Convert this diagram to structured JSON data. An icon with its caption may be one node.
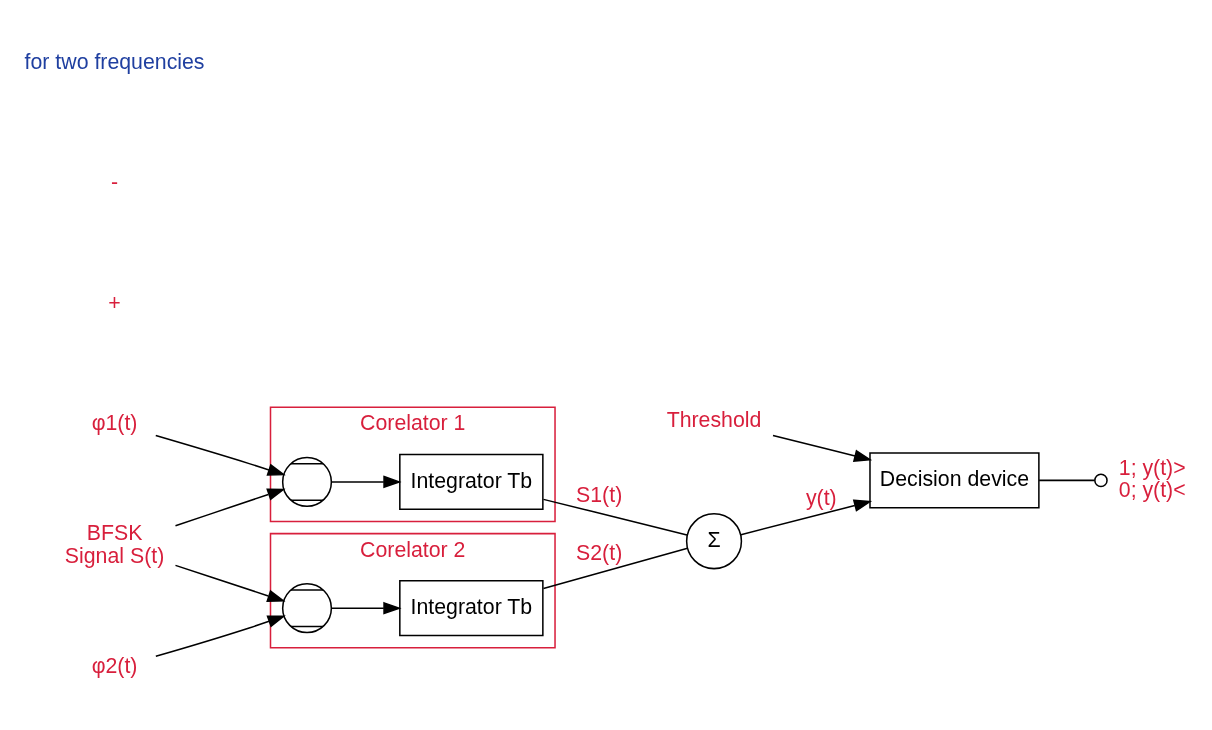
{
  "diagram": {
    "nodes": [
      {
        "text": [
          "Corelator 1"
        ]
      },
      {
        "text": [],
        "shape": "circle",
        "in": 0
      },
      {
        "text": [
          "Integrator Tb"
        ],
        "in": 0
      },
      {
        "text": [
          "Corelator 2"
        ]
      },
      {
        "text": [],
        "shape": "circle",
        "in": 3
      },
      {
        "text": [
          "Integrator Tb"
        ],
        "in": 3
      },
      {
        "text": [
          "Σ"
        ]
      },
      {
        "text": [
          "Decision device"
        ]
      },
      {
        "text": [
          "BFSK",
          "Signal S(t)"
        ]
      },
      {
        "text": [
          "φ1(t)"
        ]
      },
      {
        "text": [
          "φ2(t)"
        ]
      },
      {
        "text": [
          "Threshold"
        ]
      },
      {
        "text": [
          "1; y(t)>",
          "0; y(t)<"
        ]
      }
    ],
    "edges": [
      {
        "from": 8,
        "to": 1,
        "arrow": "to"
      },
      {
        "from": 8,
        "to": 4,
        "arrow": "to"
      },
      {
        "from": 9,
        "to": 1,
        "arrow": "to"
      },
      {
        "from": 10,
        "to": 4,
        "arrow": "to"
      },
      {
        "from": 1,
        "to": 2,
        "arrow": "to"
      },
      {
        "from": 4,
        "to": 5,
        "arrow": "to"
      },
      {
        "from": 2,
        "to": 6,
        "arrow": "none",
        "label": "S1(t)"
      },
      {
        "from": 5,
        "to": 6,
        "arrow": "none",
        "label": "S2(t)"
      },
      {
        "from": 6,
        "to": 7,
        "arrow": "to",
        "label": "y(t)"
      },
      {
        "from": 11,
        "to": 7,
        "arrow": "to"
      },
      {
        "from": 7,
        "to": 12,
        "arrow": "other"
      }
    ],
    "labels": [
      "+",
      "-",
      "for two frequencies"
    ]
  }
}
